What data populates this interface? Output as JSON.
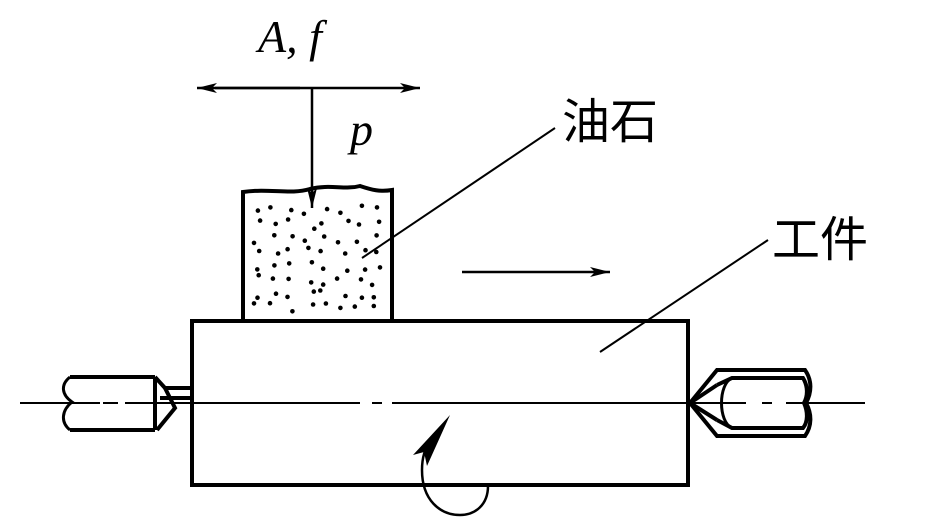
{
  "labels": {
    "motion": "A, f",
    "pressure": "p",
    "stone": "油石",
    "workpiece": "工件"
  },
  "colors": {
    "stroke": "#000000",
    "background": "#ffffff"
  }
}
